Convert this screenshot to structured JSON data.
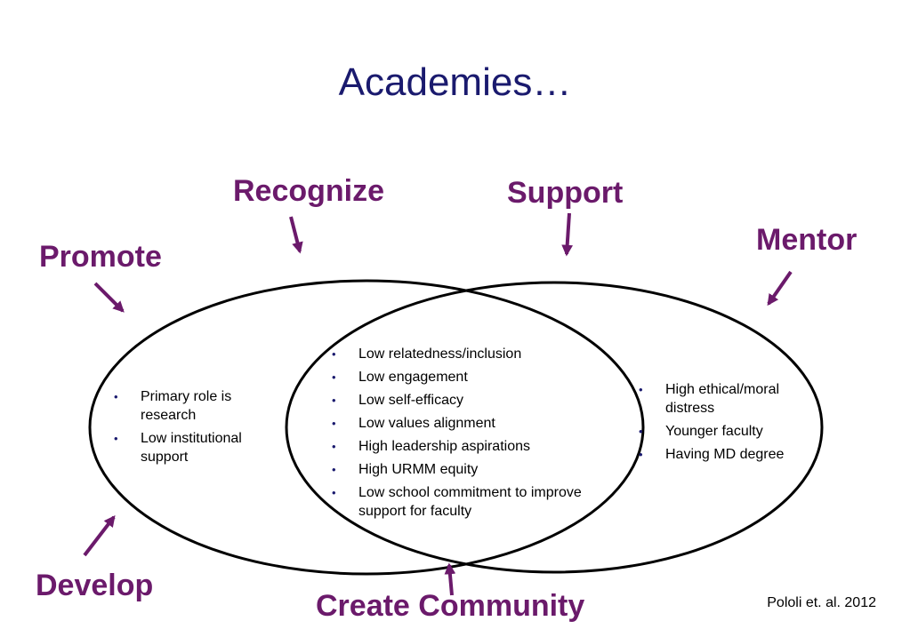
{
  "title": "Academies…",
  "labels": {
    "recognize": "Recognize",
    "support": "Support",
    "promote": "Promote",
    "mentor": "Mentor",
    "develop": "Develop",
    "create_community": "Create Community"
  },
  "left_circle_items": [
    "Primary role is research",
    "Low institutional support"
  ],
  "overlap_items": [
    "Low relatedness/inclusion",
    "Low engagement",
    "Low self-efficacy",
    "Low values alignment",
    "High leadership aspirations",
    "High URMM equity",
    "Low school commitment to improve support for faculty"
  ],
  "right_circle_items": [
    "High ethical/moral distress",
    "Younger faculty",
    "Having MD degree"
  ],
  "citation": "Pololi et. al. 2012",
  "colors": {
    "title": "#1a1a6e",
    "labels": "#6b1a6b",
    "arrows": "#6b1a6b",
    "outline": "#000000"
  }
}
